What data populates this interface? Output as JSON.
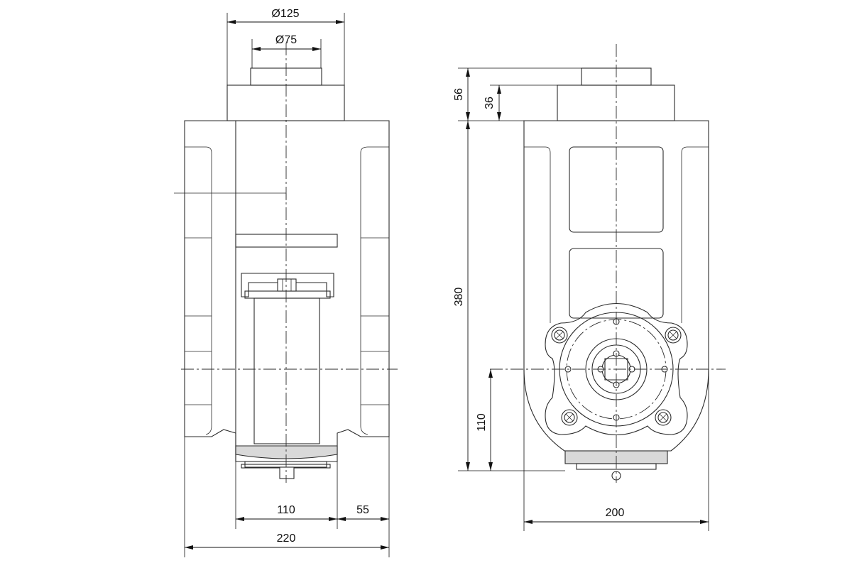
{
  "dimensions": {
    "front_outer_diameter": "Ø125",
    "front_inner_diameter": "Ø75",
    "front_bottom_inner_width": "110",
    "front_bottom_side_width": "55",
    "front_total_width": "220",
    "side_cap_height": "56",
    "side_shaft_height": "36",
    "side_body_height": "380",
    "side_axis_height": "110",
    "side_total_width": "200"
  },
  "colors": {
    "line": "#2a2a2a",
    "dimension": "#111111",
    "background": "#ffffff"
  }
}
